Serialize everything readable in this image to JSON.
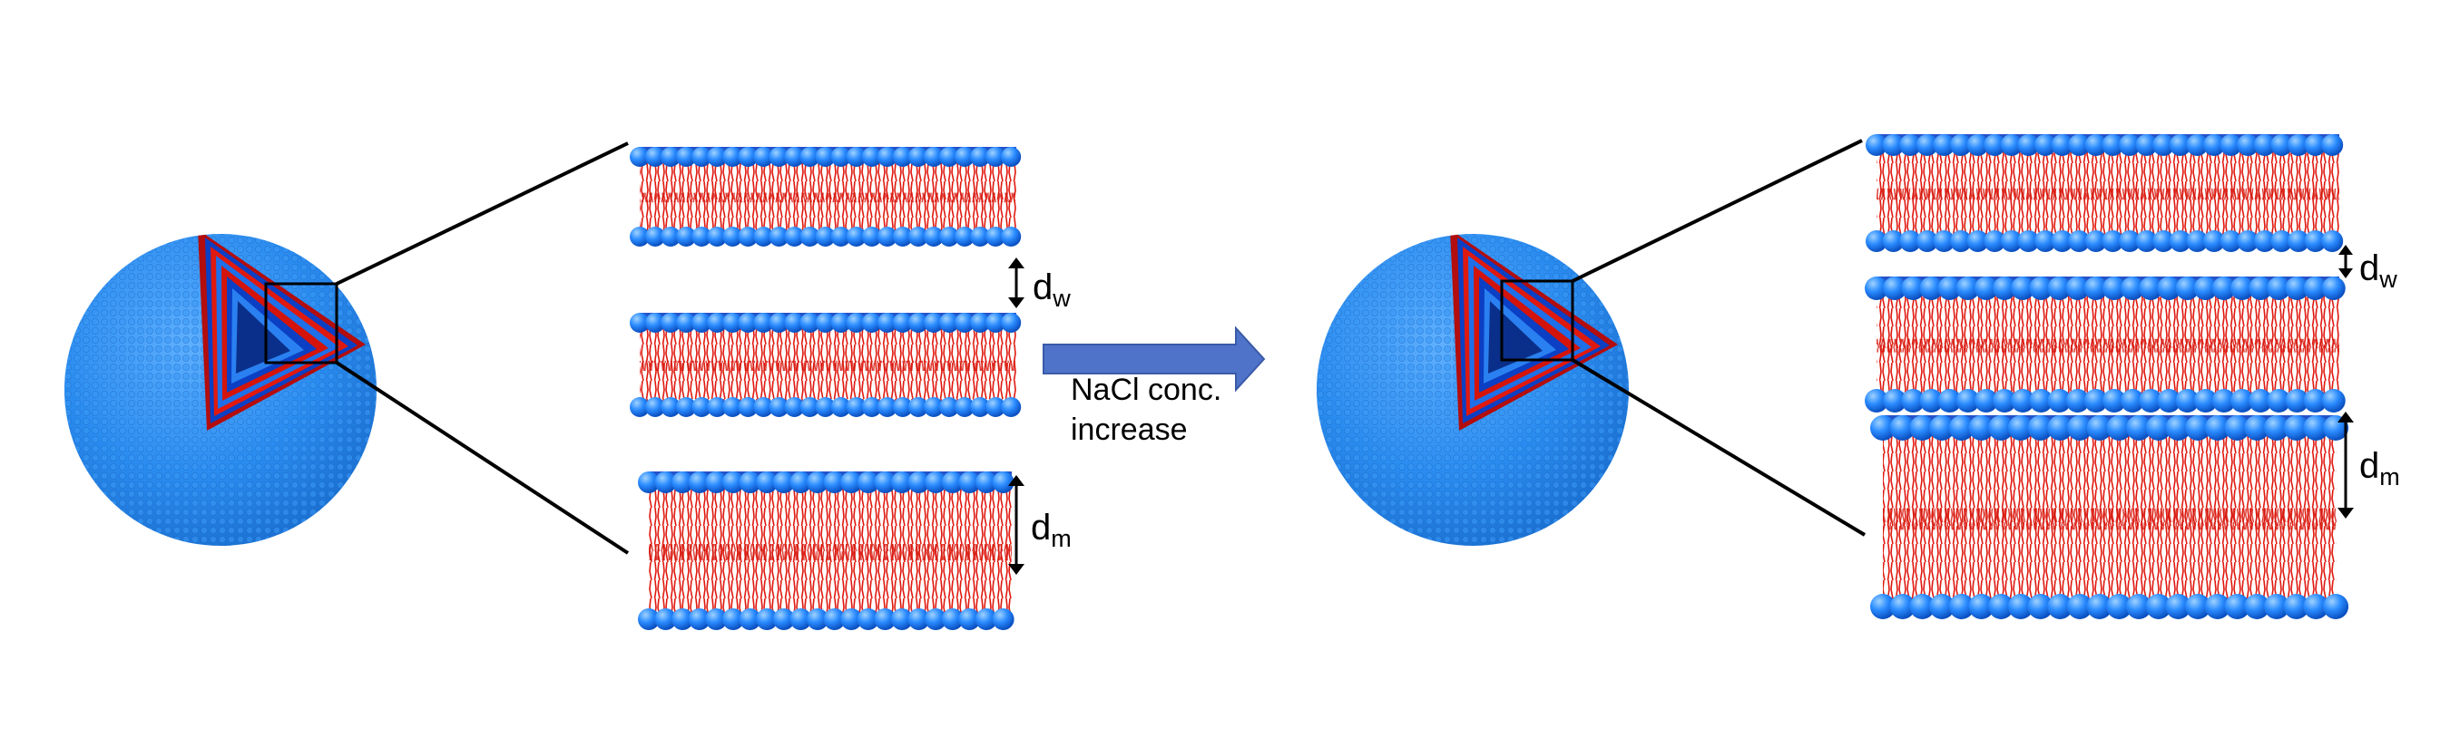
{
  "arrow": {
    "line1": "NaCl conc.",
    "line2": "increase"
  },
  "labels": {
    "d_main": "d",
    "w_sub": "w",
    "m_sub": "m"
  },
  "colors": {
    "head_blue": "#1e88ff",
    "head_dark": "#0b3fc4",
    "tail_red": "#e0190f",
    "arrow_fill": "#4f73c9",
    "arrow_stroke": "#3a5aa8",
    "sphere_blue": "#2a8cf0",
    "line_black": "#000000"
  }
}
